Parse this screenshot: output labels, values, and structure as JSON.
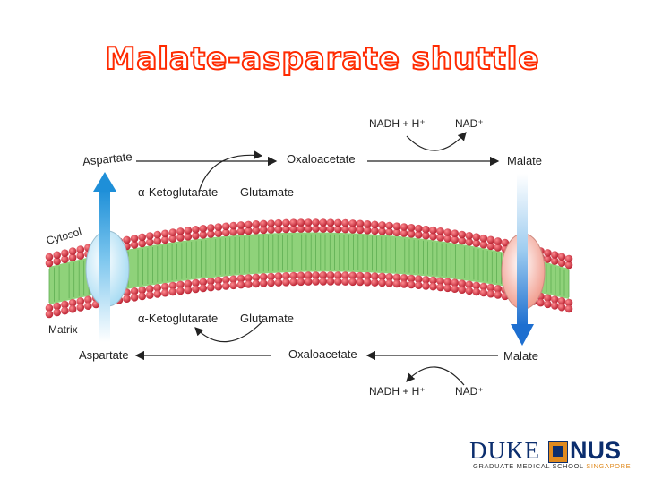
{
  "title": "Malate-asparate shuttle",
  "cytosol_side": {
    "label": "Cytosol",
    "aspartate": "Aspartate",
    "oxaloacetate": "Oxaloacetate",
    "malate": "Malate",
    "a_ketoglutarate": "α-Ketoglutarate",
    "glutamate": "Glutamate",
    "nadh": "NADH + H⁺",
    "nad": "NAD⁺"
  },
  "matrix_side": {
    "label": "Matrix",
    "aspartate": "Aspartate",
    "oxaloacetate": "Oxaloacetate",
    "malate": "Malate",
    "a_ketoglutarate": "α-Ketoglutarate",
    "glutamate": "Glutamate",
    "nadh": "NADH + H⁺",
    "nad": "NAD⁺"
  },
  "logo": {
    "name_left": "DUKE",
    "name_right": "NUS",
    "subtitle_main": "GRADUATE MEDICAL SCHOOL",
    "subtitle_accent": "SINGAPORE"
  },
  "colors": {
    "title_outline": "#ff2a00",
    "lipid_head": "#d42a3c",
    "lipid_tail": "#7fcf6a",
    "transporter_left": "#a8dff5",
    "transporter_right": "#f2a89a",
    "arrow_blue": "#1e8fd8",
    "logo_blue": "#0c2e6e"
  }
}
